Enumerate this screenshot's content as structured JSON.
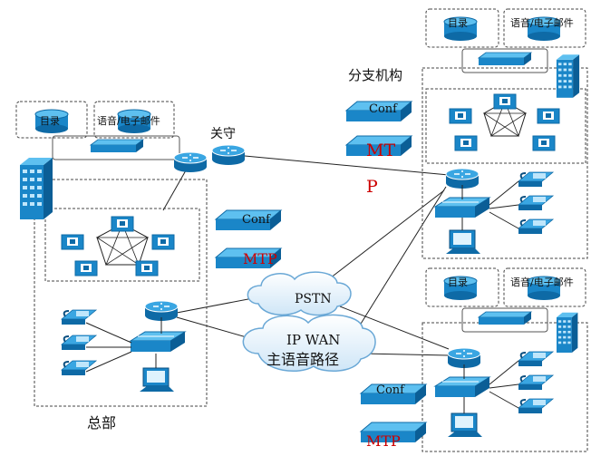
{
  "labels": {
    "directory": "目录",
    "voicemail": "语音/电子邮件",
    "branch": "分支机构",
    "gatekeeper": "关守",
    "conf": "Conf",
    "mtp": "MTP",
    "mt": "MT",
    "p": "P",
    "pstn": "PSTN",
    "ipwan": "IP WAN",
    "primary_voice_path": "主语音路径",
    "headquarters": "总部"
  },
  "colors": {
    "device_blue": "#1e8fd0",
    "device_dark": "#0a5c93",
    "mtp_red": "#cc0000",
    "dash": "#444444"
  }
}
